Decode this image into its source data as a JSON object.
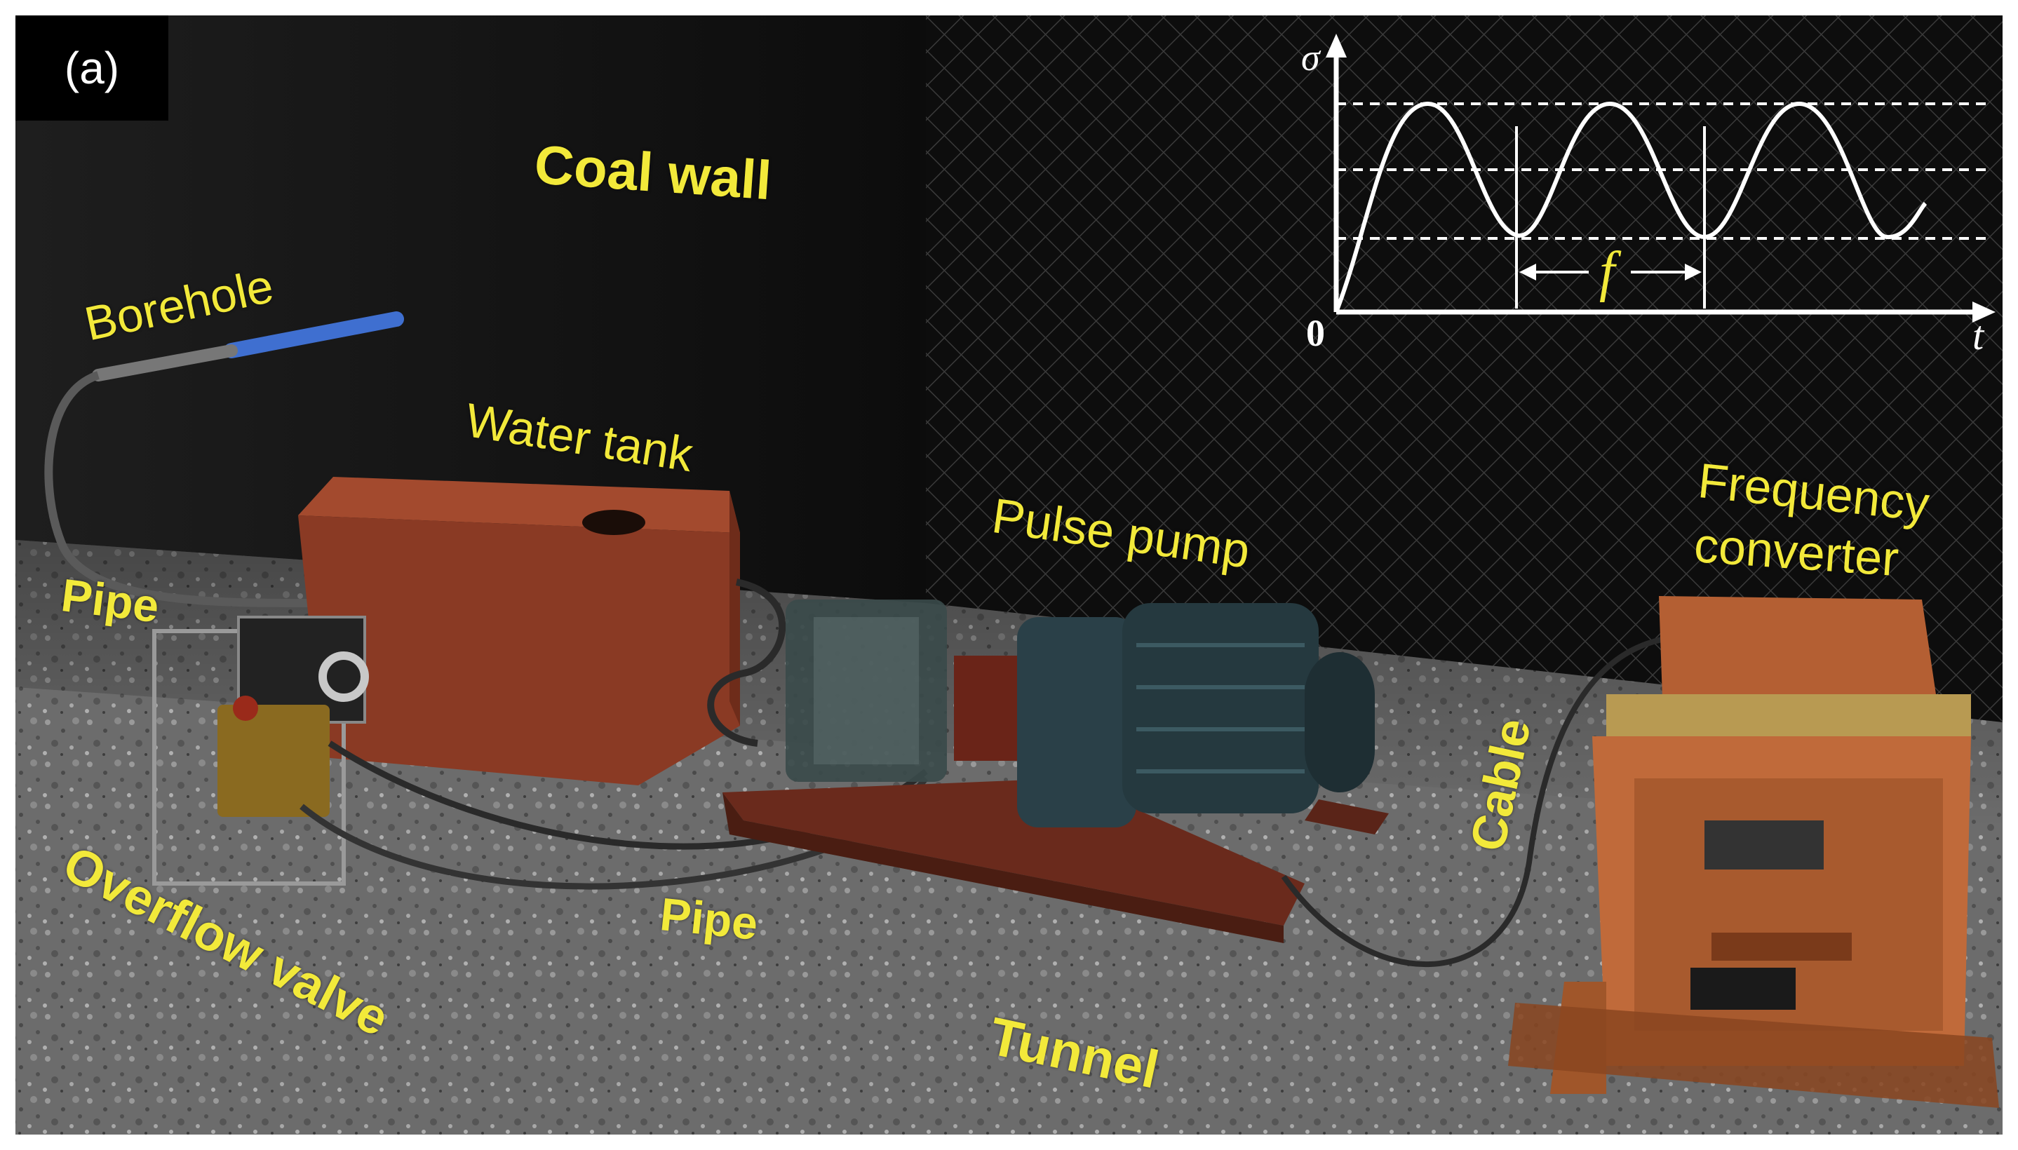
{
  "panel_label": "(a)",
  "labels": {
    "coal_wall": "Coal wall",
    "borehole": "Borehole",
    "water_tank": "Water tank",
    "pipe_left": "Pipe",
    "pulse_pump": "Pulse pump",
    "frequency_converter_line1": "Frequency",
    "frequency_converter_line2": "converter",
    "cable": "Cable",
    "overflow_valve": "Overflow valve",
    "pipe_bottom": "Pipe",
    "tunnel": "Tunnel"
  },
  "waveform_inset": {
    "y_axis_symbol": "σ",
    "x_axis_symbol": "t",
    "origin": "0",
    "frequency_symbol": "f"
  },
  "colors": {
    "label_yellow": "#f2e93a",
    "wall_dark": "#151515",
    "floor_gray": "#6f6f6f",
    "tank_red": "#8a3a24",
    "pump_teal": "#2a4a50",
    "converter_orange": "#c06a3a",
    "borehole_pipe_blue": "#3f6fd0",
    "waveform_white": "#ffffff"
  }
}
